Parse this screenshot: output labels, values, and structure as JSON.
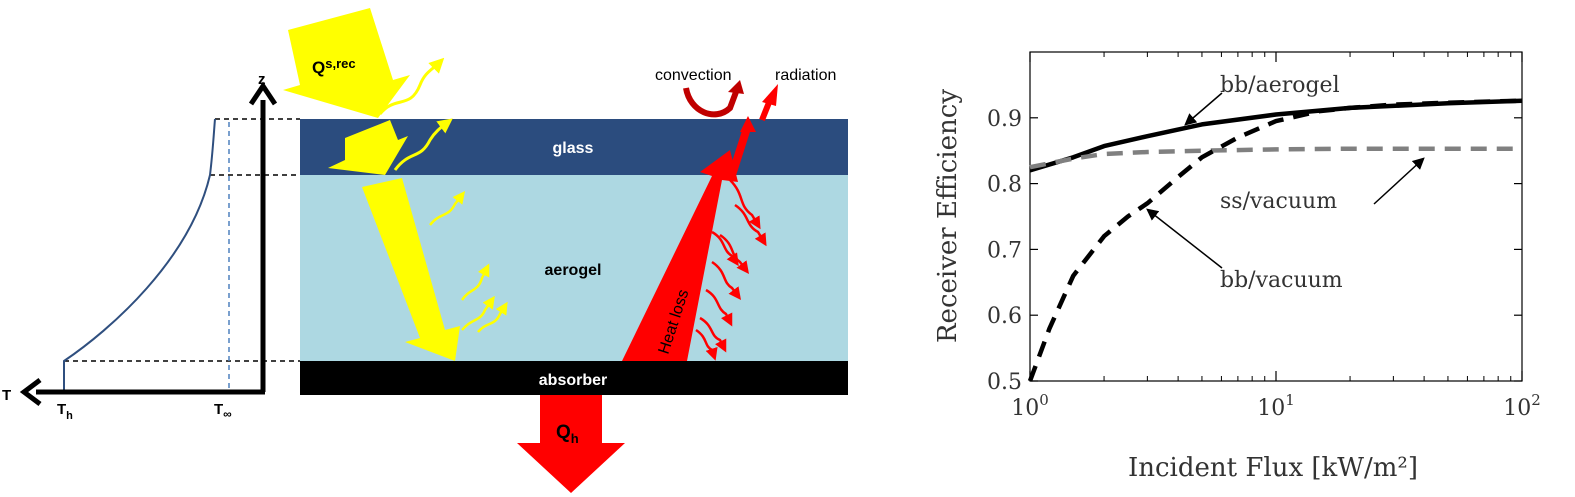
{
  "diagram": {
    "labels": {
      "q_solar_main": "Q",
      "q_solar_sub": "s,rec",
      "convection": "convection",
      "radiation": "radiation",
      "glass": "glass",
      "aerogel": "aerogel",
      "absorber": "absorber",
      "heat_loss": "Heat loss",
      "q_h_main": "Q",
      "q_h_sub": "h",
      "axis_z": "z",
      "axis_t": "T",
      "t_h_main": "T",
      "t_h_sub": "h",
      "t_inf_main": "T",
      "t_inf_sub": "∞"
    },
    "colors": {
      "glass": "#2b4c7e",
      "aerogel": "#add8e2",
      "absorber": "#000000",
      "solar": "#ffff00",
      "heat": "#ff0000",
      "convection": "#c00000",
      "profile": "#2f4f7f",
      "ambient_line": "#4f81bd"
    }
  },
  "chart_data": {
    "type": "line",
    "xscale": "log",
    "xlim": [
      1,
      100
    ],
    "ylim": [
      0.5,
      1.0
    ],
    "xlabel": "Incident Flux [kW/m²]",
    "ylabel": "Receiver Efficiency",
    "yticks": [
      "0.5",
      "0.6",
      "0.7",
      "0.8",
      "0.9"
    ],
    "yticks_val": [
      0.5,
      0.6,
      0.7,
      0.8,
      0.9
    ],
    "xticks": [
      {
        "base": "10",
        "exp": "0",
        "value": 1
      },
      {
        "base": "10",
        "exp": "1",
        "value": 10
      },
      {
        "base": "10",
        "exp": "2",
        "value": 100
      }
    ],
    "series": [
      {
        "name": "bb/aerogel",
        "style": "solid",
        "color": "#000000",
        "x": [
          1,
          1.5,
          2,
          3,
          5,
          10,
          20,
          50,
          100
        ],
        "y": [
          0.82,
          0.84,
          0.857,
          0.872,
          0.89,
          0.905,
          0.915,
          0.922,
          0.926
        ]
      },
      {
        "name": "ss/vacuum",
        "style": "dashed",
        "color": "#808080",
        "x": [
          1,
          1.5,
          2,
          3,
          5,
          10,
          20,
          50,
          100
        ],
        "y": [
          0.825,
          0.838,
          0.845,
          0.848,
          0.85,
          0.852,
          0.853,
          0.853,
          0.853
        ]
      },
      {
        "name": "bb/vacuum",
        "style": "dashed",
        "color": "#000000",
        "x": [
          1,
          1.2,
          1.5,
          2,
          2.5,
          3,
          4,
          5,
          7,
          10,
          15,
          20,
          30,
          50,
          100
        ],
        "y": [
          0.5,
          0.58,
          0.66,
          0.72,
          0.75,
          0.77,
          0.81,
          0.84,
          0.87,
          0.895,
          0.91,
          0.915,
          0.92,
          0.923,
          0.926
        ]
      }
    ],
    "annotations": [
      "bb/aerogel",
      "ss/vacuum",
      "bb/vacuum"
    ]
  }
}
